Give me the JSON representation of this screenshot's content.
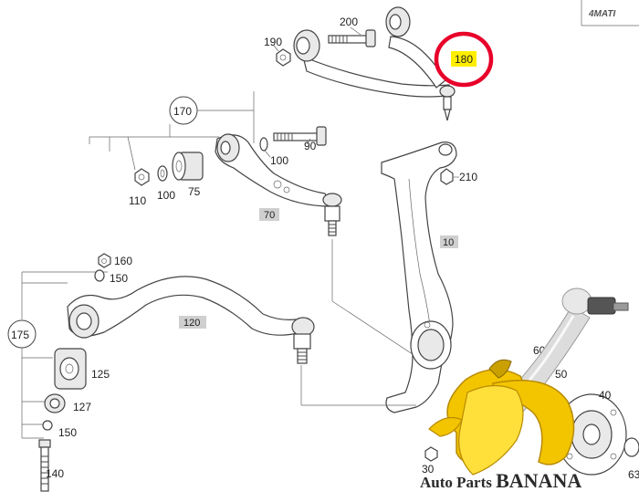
{
  "labels": {
    "l200": "200",
    "l190": "190",
    "l180": "180",
    "l170": "170",
    "l90": "90",
    "l100a": "100",
    "l110": "110",
    "l100b": "100",
    "l75": "75",
    "l70": "70",
    "l210": "210",
    "l10": "10",
    "l160": "160",
    "l150a": "150",
    "l175": "175",
    "l120": "120",
    "l125": "125",
    "l127": "127",
    "l150b": "150",
    "l140": "140",
    "l60": "60",
    "l50": "50",
    "l40": "40",
    "l30": "30",
    "l63": "63"
  },
  "corner_mark": "4MATI",
  "watermark": "Auto Parts BANANA",
  "colors": {
    "highlight": "#ffee00",
    "circle": "#e8002a",
    "banana": "#f3c500",
    "banana_dark": "#b88a00"
  }
}
